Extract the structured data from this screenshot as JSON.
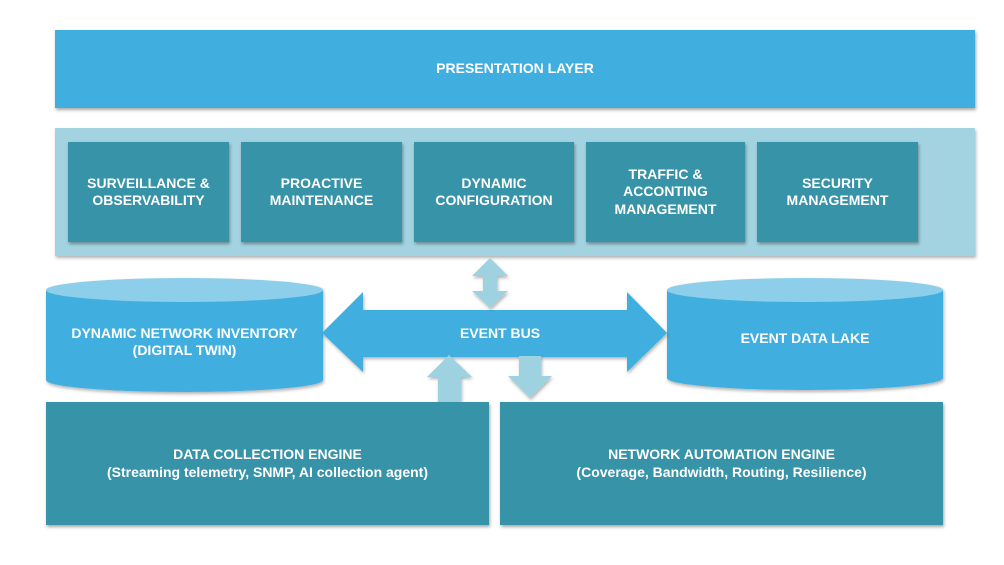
{
  "presentation_layer": {
    "label": "PRESENTATION LAYER"
  },
  "services": [
    {
      "label": "SURVEILLANCE &\nOBSERVABILITY"
    },
    {
      "label": "PROACTIVE\nMAINTENANCE"
    },
    {
      "label": "DYNAMIC\nCONFIGURATION"
    },
    {
      "label": "TRAFFIC &\nACCONTING\nMANAGEMENT"
    },
    {
      "label": "SECURITY\nMANAGEMENT"
    }
  ],
  "stores": {
    "inventory": {
      "label": "DYNAMIC NETWORK INVENTORY\n(DIGITAL TWIN)"
    },
    "data_lake": {
      "label": "EVENT DATA LAKE"
    }
  },
  "event_bus": {
    "label": "EVENT BUS"
  },
  "engines": {
    "data_collection": {
      "label": "DATA COLLECTION ENGINE\n(Streaming telemetry, SNMP, AI collection agent)"
    },
    "network_automation": {
      "label": "NETWORK AUTOMATION ENGINE\n(Coverage, Bandwidth, Routing, Resilience)"
    }
  },
  "colors": {
    "primary_blue": "#40afdf",
    "cylinder_top": "#8dcfea",
    "teal_box": "#3793a8",
    "panel_light": "#a3d3e1",
    "connector_arrow": "#9fd2e1"
  }
}
